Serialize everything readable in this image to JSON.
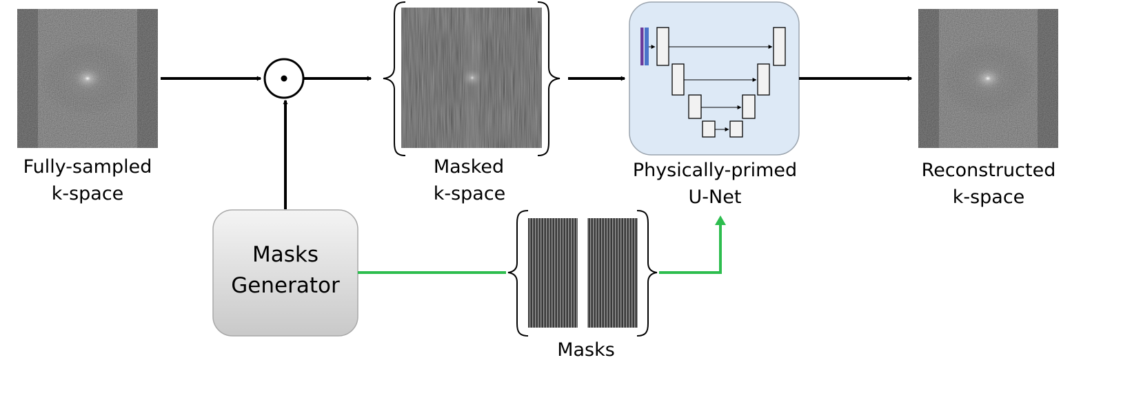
{
  "labels": {
    "fully_sampled": [
      "Fully-sampled",
      "k-space"
    ],
    "masked": [
      "Masked",
      "k-space"
    ],
    "unet": [
      "Physically-primed",
      "U-Net"
    ],
    "reconstructed": [
      "Reconstructed",
      "k-space"
    ],
    "masks_generator": [
      "Masks",
      "Generator"
    ],
    "masks": "Masks"
  },
  "colors": {
    "arrow": "#000000",
    "mask_path": "#2dbd4e",
    "unet_bg": "#dde9f6",
    "unet_border": "#9aa3ad",
    "generator_top": "#f4f4f4",
    "generator_bottom": "#c9c9c9",
    "unet_input_purple": "#6a3a9b",
    "unet_input_blue": "#4a73c9"
  },
  "icons": {
    "multiply_operator": "circle-dot-icon",
    "unet_diagram": "unet-architecture-icon"
  }
}
